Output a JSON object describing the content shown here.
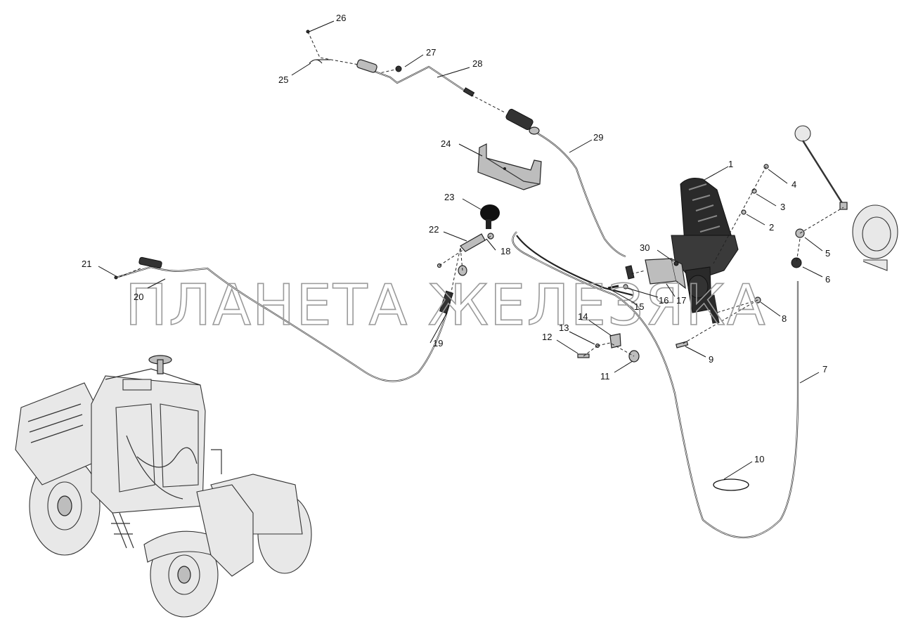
{
  "watermark": "ПЛАНЕТА ЖЕЛЕЗЯКА",
  "callouts": [
    {
      "id": "c1",
      "text": "1"
    },
    {
      "id": "c2",
      "text": "2"
    },
    {
      "id": "c3",
      "text": "3"
    },
    {
      "id": "c4",
      "text": "4"
    },
    {
      "id": "c5",
      "text": "5"
    },
    {
      "id": "c6",
      "text": "6"
    },
    {
      "id": "c7",
      "text": "7"
    },
    {
      "id": "c8",
      "text": "8"
    },
    {
      "id": "c9",
      "text": "9"
    },
    {
      "id": "c10",
      "text": "10"
    },
    {
      "id": "c11",
      "text": "11"
    },
    {
      "id": "c12",
      "text": "12"
    },
    {
      "id": "c13",
      "text": "13"
    },
    {
      "id": "c14",
      "text": "14"
    },
    {
      "id": "c15",
      "text": "15"
    },
    {
      "id": "c16",
      "text": "16"
    },
    {
      "id": "c17",
      "text": "17"
    },
    {
      "id": "c18",
      "text": "18"
    },
    {
      "id": "c19",
      "text": "19"
    },
    {
      "id": "c20",
      "text": "20"
    },
    {
      "id": "c21",
      "text": "21"
    },
    {
      "id": "c22",
      "text": "22"
    },
    {
      "id": "c23",
      "text": "23"
    },
    {
      "id": "c24",
      "text": "24"
    },
    {
      "id": "c25",
      "text": "25"
    },
    {
      "id": "c26",
      "text": "26"
    },
    {
      "id": "c27",
      "text": "27"
    },
    {
      "id": "c28",
      "text": "28"
    },
    {
      "id": "c29",
      "text": "29"
    },
    {
      "id": "c30",
      "text": "30"
    }
  ]
}
